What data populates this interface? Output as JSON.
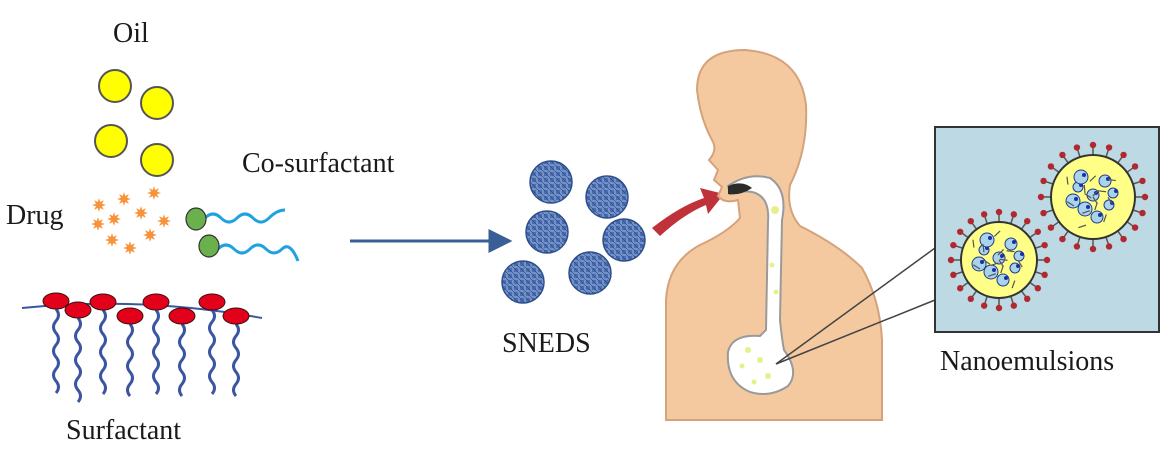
{
  "labels": {
    "oil": "Oil",
    "drug": "Drug",
    "cosurfactant": "Co-surfactant",
    "surfactant": "Surfactant",
    "sneds": "SNEDS",
    "nanoemulsions": "Nanoemulsions"
  },
  "colors": {
    "oil_fill": "#ffff00",
    "oil_stroke": "#555555",
    "drug": "#f7943b",
    "cosurf_head": "#6ab04c",
    "cosurf_tail": "#1fa2e0",
    "surf_head": "#e3001b",
    "surf_tail": "#3b55a0",
    "arrow": "#3a5f96",
    "sneds_fill": "#4a6fb0",
    "red_arrow": "#c0323a",
    "skin": "#f5c9a0",
    "skin_stroke": "#d5a27a",
    "gut_stroke": "#9a9a9a",
    "panel_bg": "#bcd9e4",
    "droplet": "#ffff88"
  }
}
